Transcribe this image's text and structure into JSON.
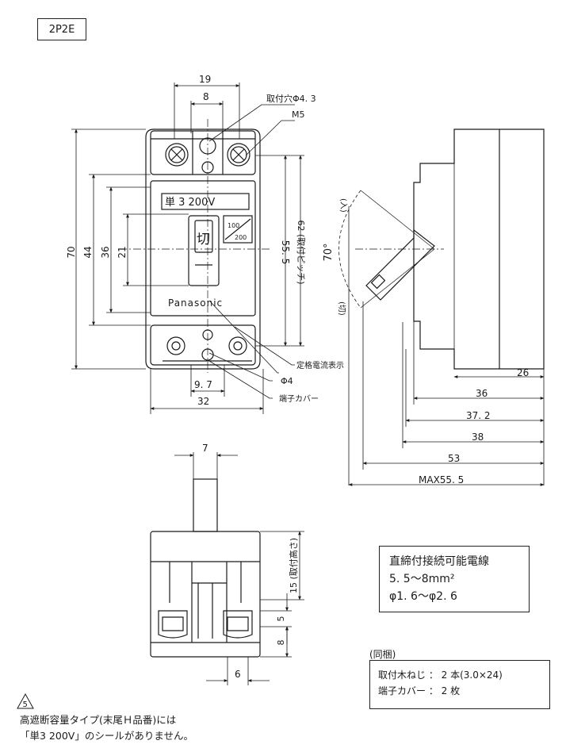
{
  "model": "2P2E",
  "front": {
    "label_rating": "単 3 200V",
    "label_off": "切",
    "label_volt_top": "100",
    "label_volt_bottom": "200",
    "brand": "Panasonic"
  },
  "dims": {
    "w19": "19",
    "w8": "8",
    "w97": "9. 7",
    "w32": "32",
    "h70": "70",
    "h44": "44",
    "h36": "36",
    "h21": "21",
    "h555": "55. 5",
    "h62": "62 (取付ピッチ)",
    "w7": "7",
    "w6": "6",
    "h15": "15 (取付高さ)",
    "h5": "5",
    "h8": "8",
    "s26": "26",
    "s36": "36",
    "s372": "37. 2",
    "s38": "38",
    "s53": "53",
    "smax": "MAX55. 5"
  },
  "callouts": {
    "hole": "取付穴Φ4. 3",
    "m5": "M5",
    "rated": "定格電流表示",
    "phi4": "Φ4",
    "cover": "端子カバー"
  },
  "side": {
    "on": "(入)",
    "off": "(切)",
    "angle": "70°"
  },
  "wire_spec": {
    "title": "直締付接続可能電線",
    "line1": "5. 5～8mm²",
    "line2": "φ1. 6～φ2. 6"
  },
  "accessories": {
    "label": "(同梱)",
    "line1": "取付木ねじ ： 2 本(3.0×24)",
    "line2": "端子カバー ： 2 枚"
  },
  "note": {
    "warning_number": "5",
    "line1": "高遮断容量タイプ(末尾Ｈ品番)には",
    "line2": "「単3 200V」のシールがありません。"
  },
  "colors": {
    "line": "#1a1a1a",
    "paper": "#ffffff"
  }
}
